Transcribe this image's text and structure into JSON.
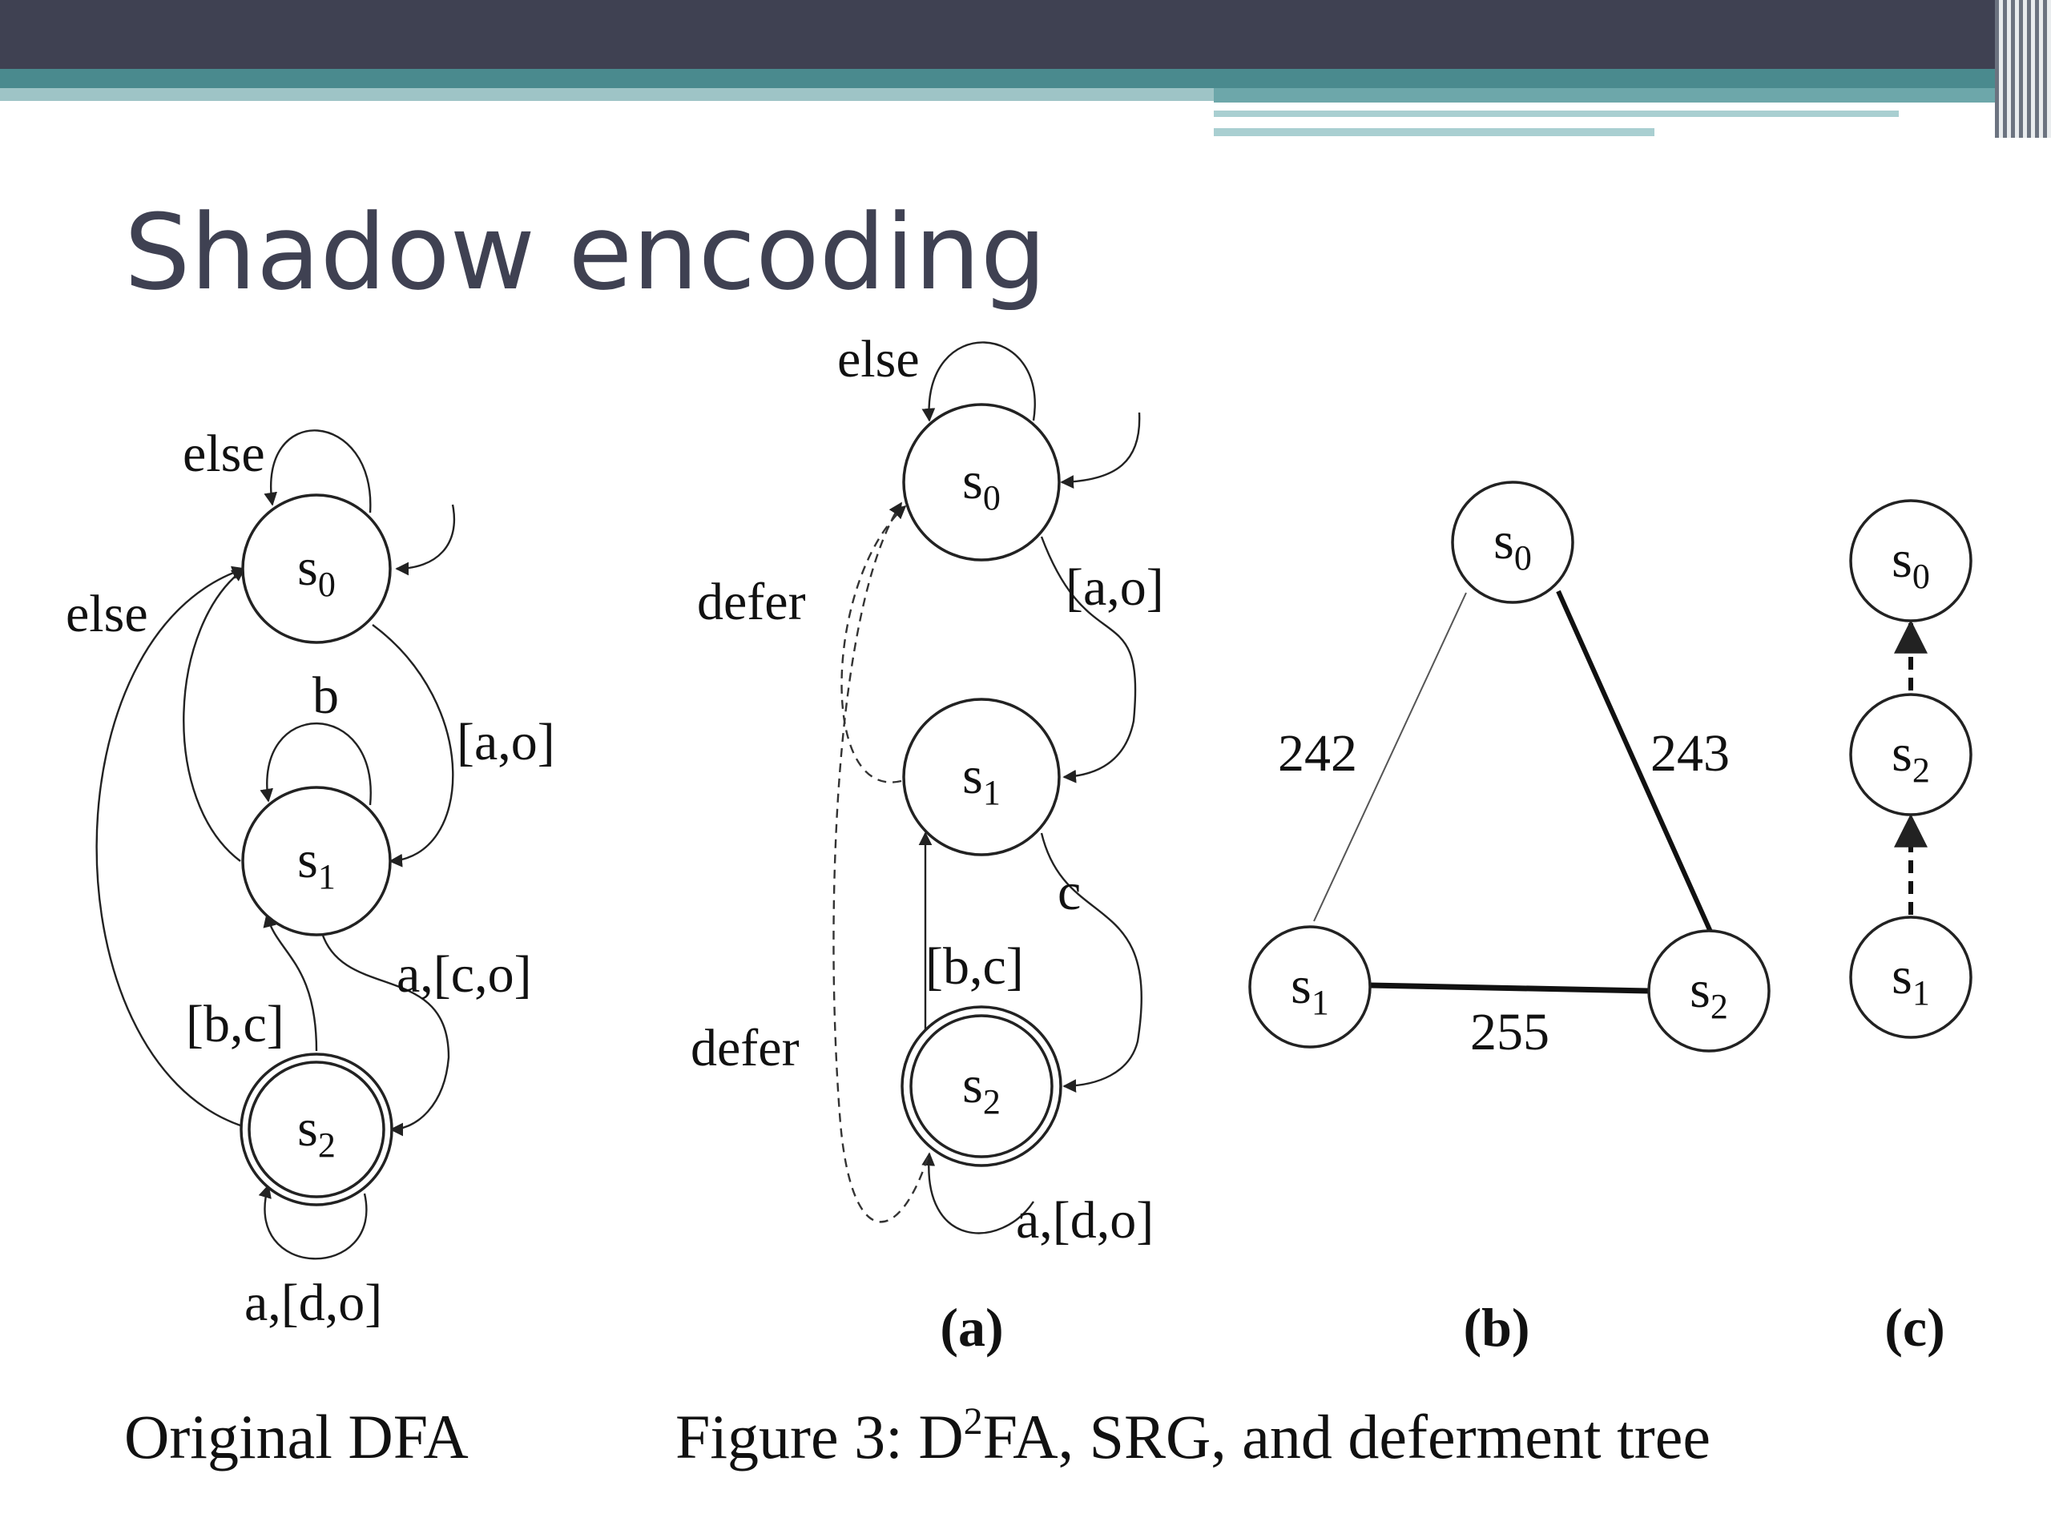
{
  "slide": {
    "title": "Shadow encoding"
  },
  "original_dfa": {
    "caption": "Original DFA",
    "states": [
      {
        "name": "s",
        "sub": "0"
      },
      {
        "name": "s",
        "sub": "1"
      },
      {
        "name": "s",
        "sub": "2"
      }
    ],
    "edge_labels": {
      "s0_self": "else",
      "s1_to_s0": "else",
      "s1_self": "b",
      "s0_to_s1": "[a,o]",
      "s1_to_s2": "a,[c,o]",
      "s2_to_s1": "[b,c]",
      "s2_self": "a,[d,o]"
    }
  },
  "figure_a": {
    "panel_label": "(a)",
    "states": [
      {
        "name": "s",
        "sub": "0"
      },
      {
        "name": "s",
        "sub": "1"
      },
      {
        "name": "s",
        "sub": "2"
      }
    ],
    "edge_labels": {
      "s0_self": "else",
      "defer_s1": "defer",
      "s0_to_s1": "[a,o]",
      "s1_to_s2": "c",
      "s2_to_s1": "[b,c]",
      "defer_s2": "defer",
      "s2_self": "a,[d,o]"
    }
  },
  "figure_b": {
    "panel_label": "(b)",
    "states": [
      {
        "name": "s",
        "sub": "0"
      },
      {
        "name": "s",
        "sub": "1"
      },
      {
        "name": "s",
        "sub": "2"
      }
    ],
    "weights": {
      "s0_s1": "242",
      "s0_s2": "243",
      "s1_s2": "255"
    }
  },
  "figure_c": {
    "panel_label": "(c)",
    "states": [
      {
        "name": "s",
        "sub": "0"
      },
      {
        "name": "s",
        "sub": "2"
      },
      {
        "name": "s",
        "sub": "1"
      }
    ]
  },
  "figure_caption": {
    "prefix": "Figure 3: D",
    "superscript": "2",
    "suffix": "FA, SRG, and deferment tree"
  }
}
